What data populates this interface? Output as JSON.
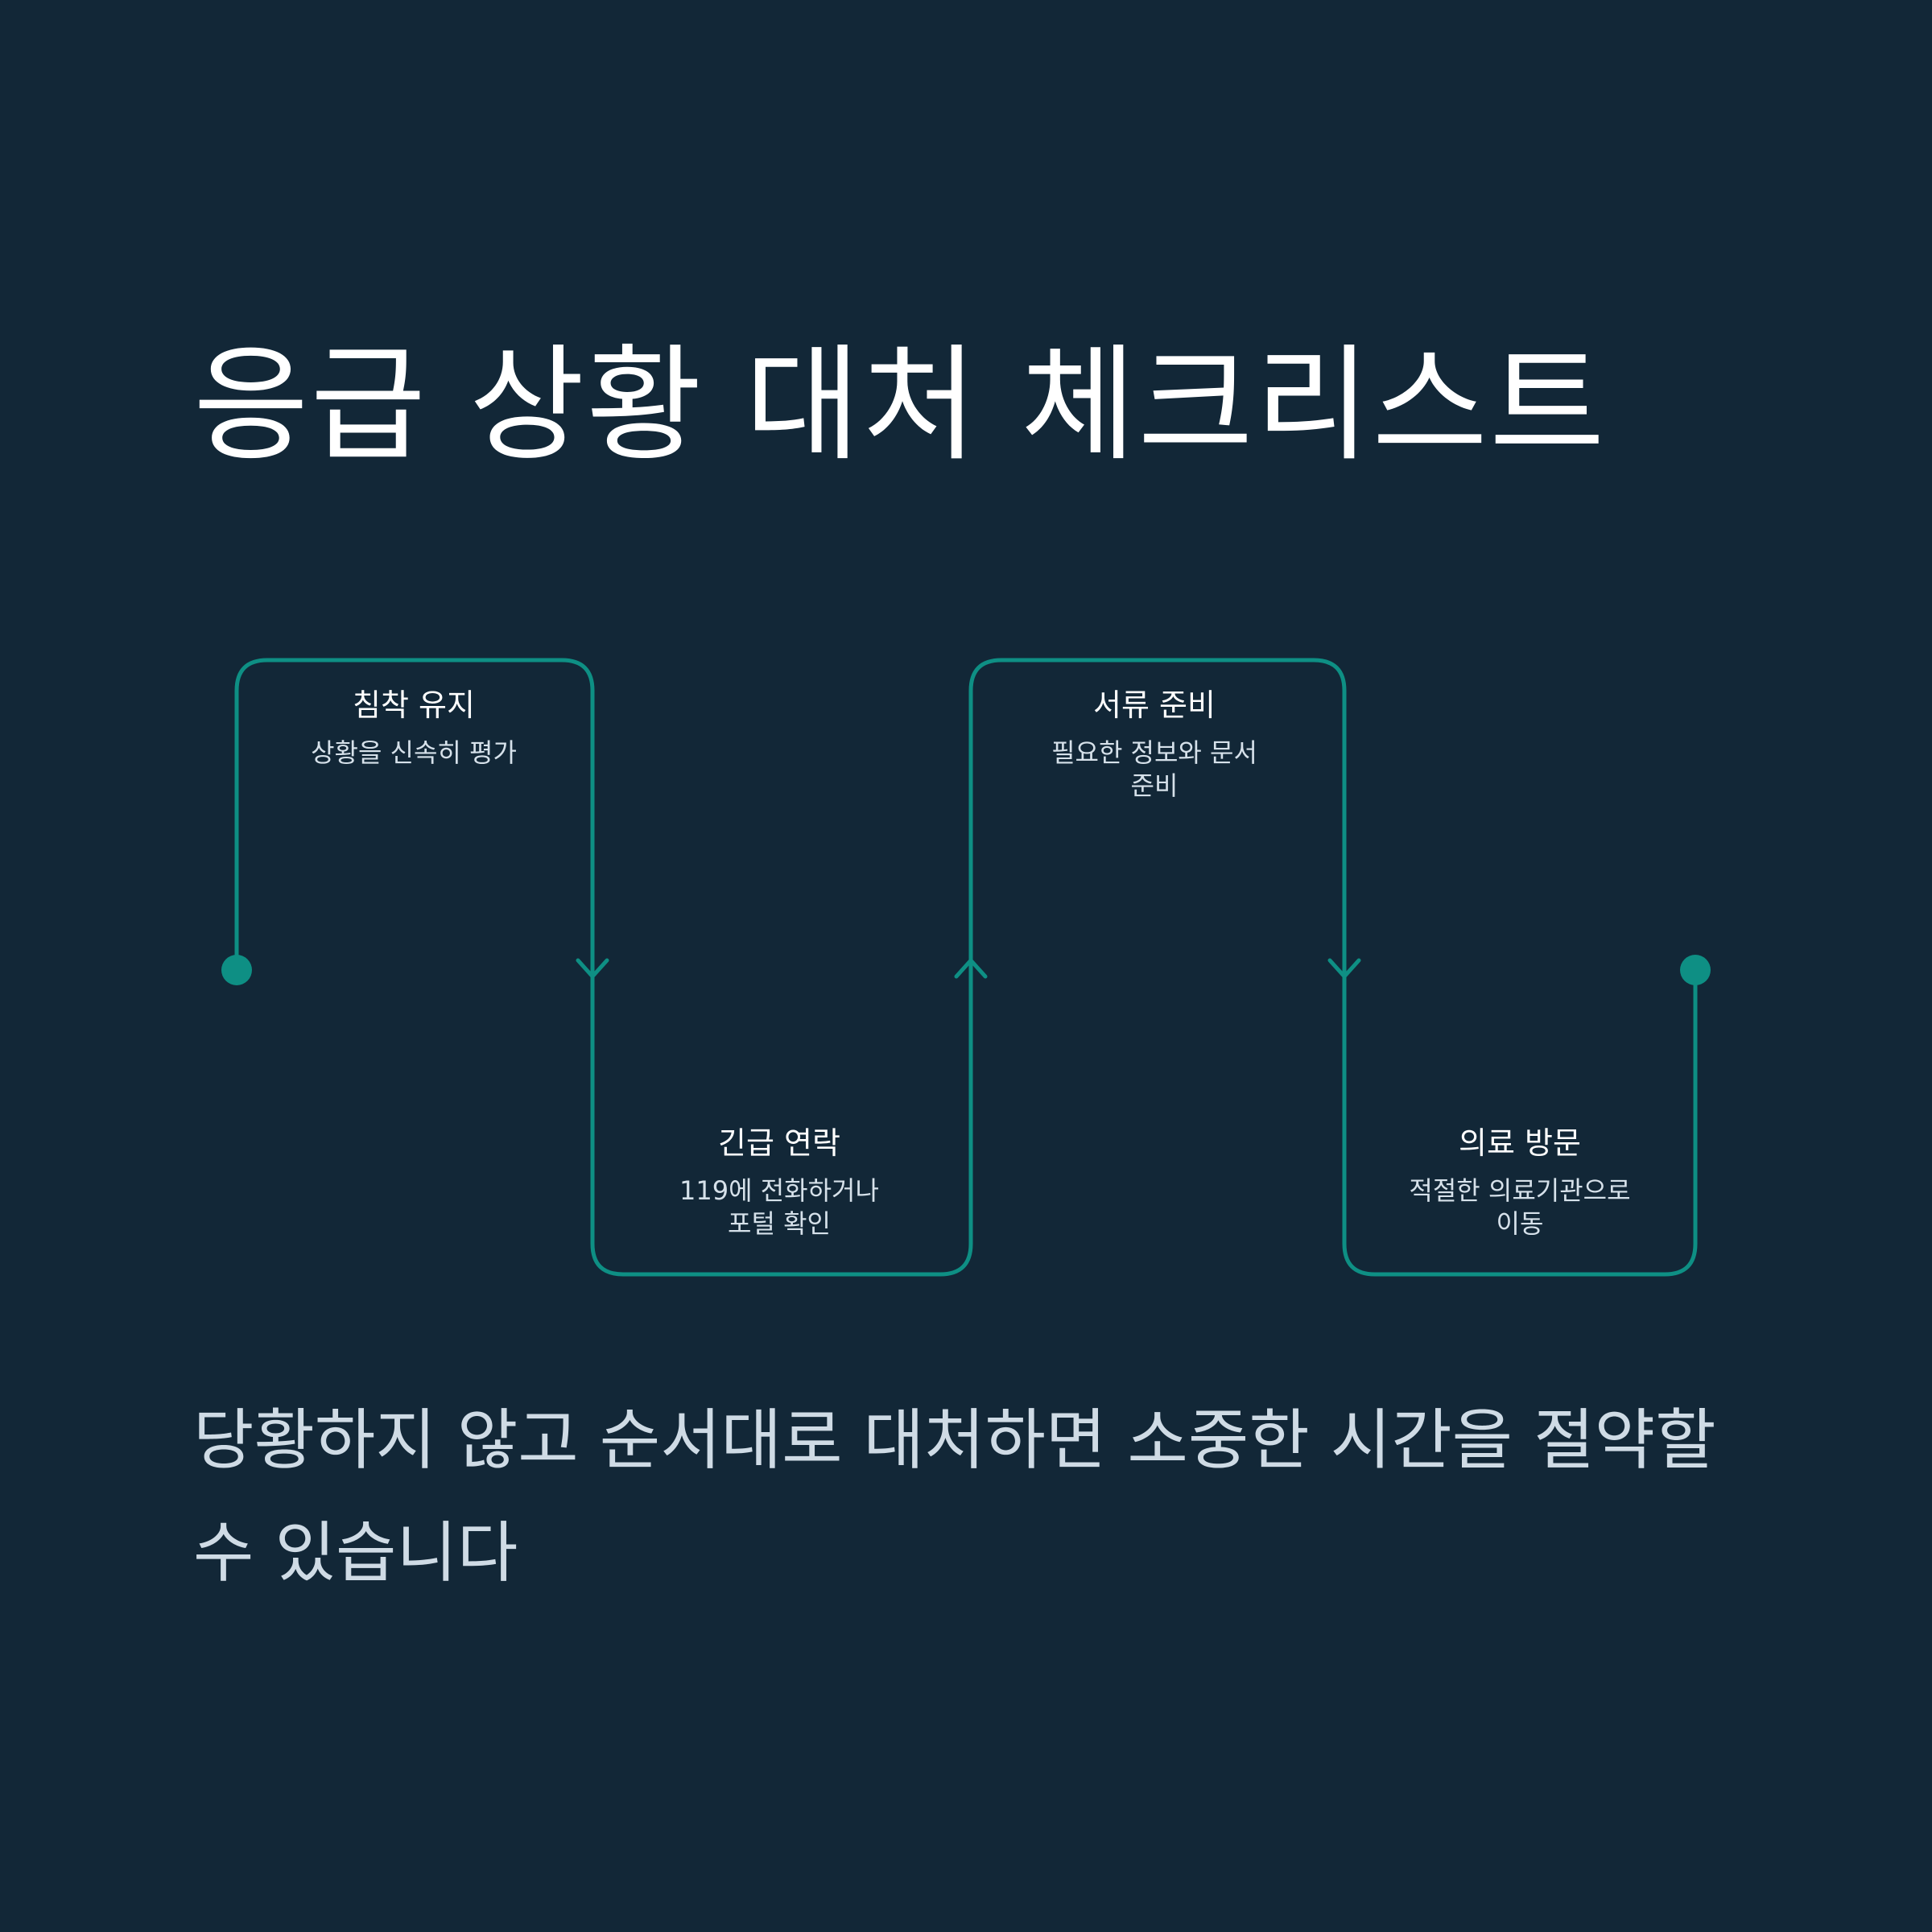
{
  "title": "응급 상황 대처 체크리스트",
  "accent_color": "#0e8f84",
  "background_color": "#122737",
  "steps": [
    {
      "title": "침착 유지",
      "desc": "상황을 신속히 평가"
    },
    {
      "title": "긴급 연락",
      "desc": "119에 전화하거나 포털 확인"
    },
    {
      "title": "서류 준비",
      "desc": "필요한 정보와 문서 준비"
    },
    {
      "title": "의료 방문",
      "desc": "적절한 의료기관으로 이동"
    }
  ],
  "footer": "당황하지 않고 순서대로 대처하면 소중한 시간을 절약할 수 있습니다"
}
